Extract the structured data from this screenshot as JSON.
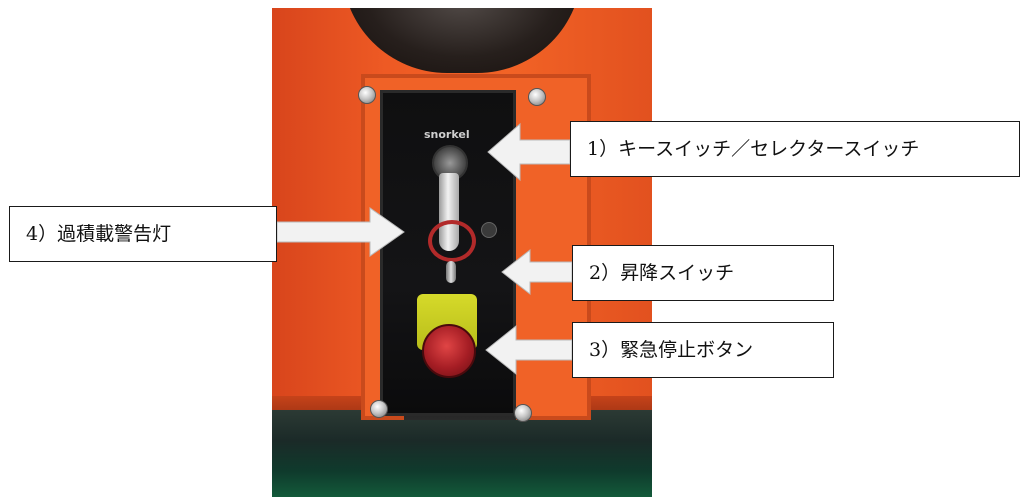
{
  "photo": {
    "brand": "snorkel"
  },
  "callouts": [
    {
      "id": "c1",
      "text": "1）キースイッチ／セレクタースイッチ"
    },
    {
      "id": "c2",
      "text": "2）昇降スイッチ"
    },
    {
      "id": "c3",
      "text": "3）緊急停止ボタン"
    },
    {
      "id": "c4",
      "text": "4）過積載警告灯"
    }
  ],
  "colors": {
    "machine_orange": "#f26326",
    "panel_black": "#141416",
    "arrow_fill": "#f2f2f2",
    "estop_red": "#a51d24",
    "estop_base_yellow": "#d6da2a"
  }
}
